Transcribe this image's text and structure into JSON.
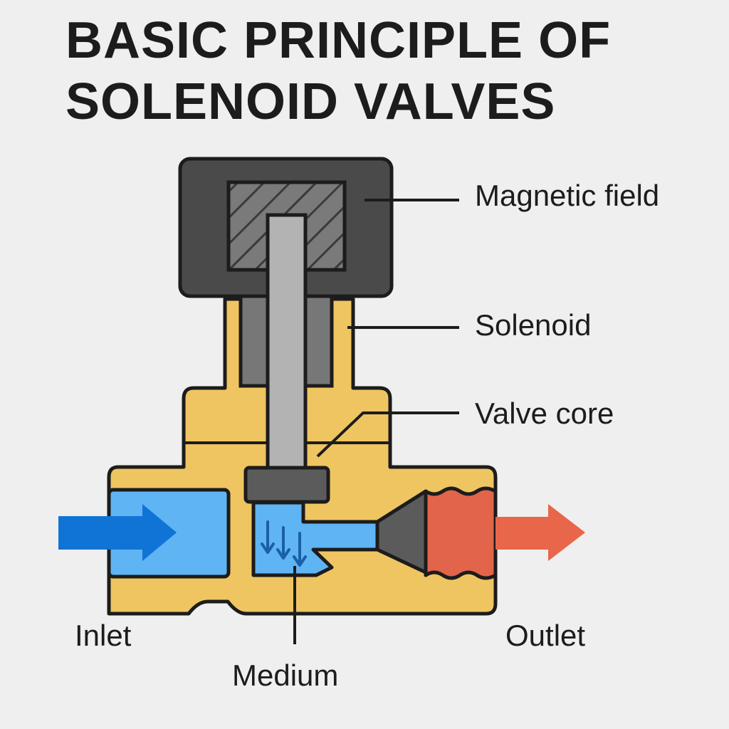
{
  "title": {
    "line1": "BASIC PRINCIPLE OF",
    "line2": "SOLENOID VALVES"
  },
  "labels": {
    "magnetic_field": "Magnetic field",
    "solenoid": "Solenoid",
    "valve_core": "Valve core",
    "inlet": "Inlet",
    "outlet": "Outlet",
    "medium": "Medium"
  },
  "colors": {
    "background": "#efefef",
    "coil_housing": "#4a4a4a",
    "hatched_core": "#7a7a7a",
    "plunger": "#b3b3b3",
    "valve_body": "#efc561",
    "medium": "#5fb4f3",
    "inlet_arrow": "#0f74d6",
    "outlet_arrow": "#e8664a",
    "outlet_fitting": "#e2644a",
    "outline": "#1c1c1c"
  }
}
